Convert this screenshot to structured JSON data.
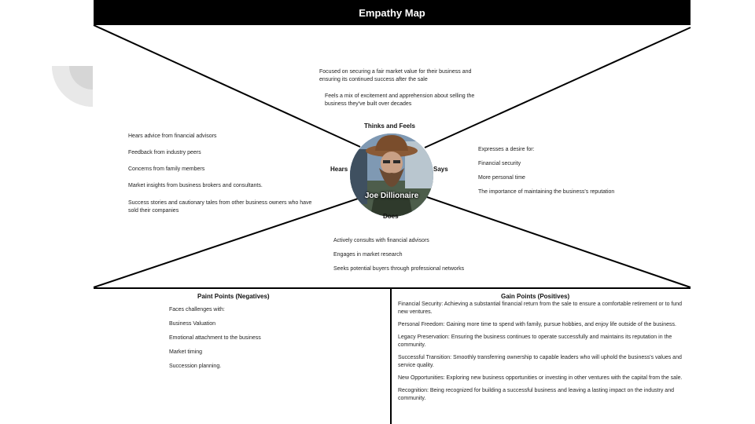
{
  "header": {
    "title": "Empathy Map"
  },
  "center": {
    "person_name": "Joe Dillionaire",
    "labels": {
      "thinks": "Thinks and Feels",
      "hears": "Hears",
      "says": "Says",
      "does": "Does"
    }
  },
  "thinks": [
    "Focused on securing a fair market value for their business and ensuring its continued success after the sale",
    "Feels a mix of excitement and apprehension about selling the business they've built over decades"
  ],
  "hears": [
    "Hears advice from financial advisors",
    "Feedback from industry peers",
    "Concerns from family members",
    "Market insights from business brokers and consultants.",
    "Success stories and cautionary tales from other business owners who have sold their companies"
  ],
  "says": [
    "Expresses a desire for:",
    "Financial security",
    "More personal time",
    "The importance of maintaining the business's reputation"
  ],
  "does": [
    "Actively consults with financial advisors",
    "Engages in market research",
    "Seeks potential buyers through professional networks"
  ],
  "pain": {
    "title": "Paint Points (Negatives)",
    "items": [
      "Faces challenges with:",
      "Business Valuation",
      "Emotional attachment to the business",
      "Market timing",
      "Succession planning."
    ]
  },
  "gain": {
    "title": "Gain Points (Positives)",
    "items": [
      "Financial Security: Achieving a substantial financial return from the sale to ensure a comfortable retirement or to fund new ventures.",
      "Personal Freedom: Gaining more time to spend with family, pursue hobbies, and enjoy life outside of the business.",
      "Legacy Preservation: Ensuring the business continues to operate successfully and maintains its reputation in the community.",
      "Successful Transition: Smoothly transferring ownership to capable leaders who will uphold the business's values and service quality.",
      "New Opportunities: Exploring new business opportunities or investing in other ventures with the capital from the sale.",
      "Recognition: Being recognized for building a successful business and leaving a lasting impact on the industry and community."
    ]
  }
}
